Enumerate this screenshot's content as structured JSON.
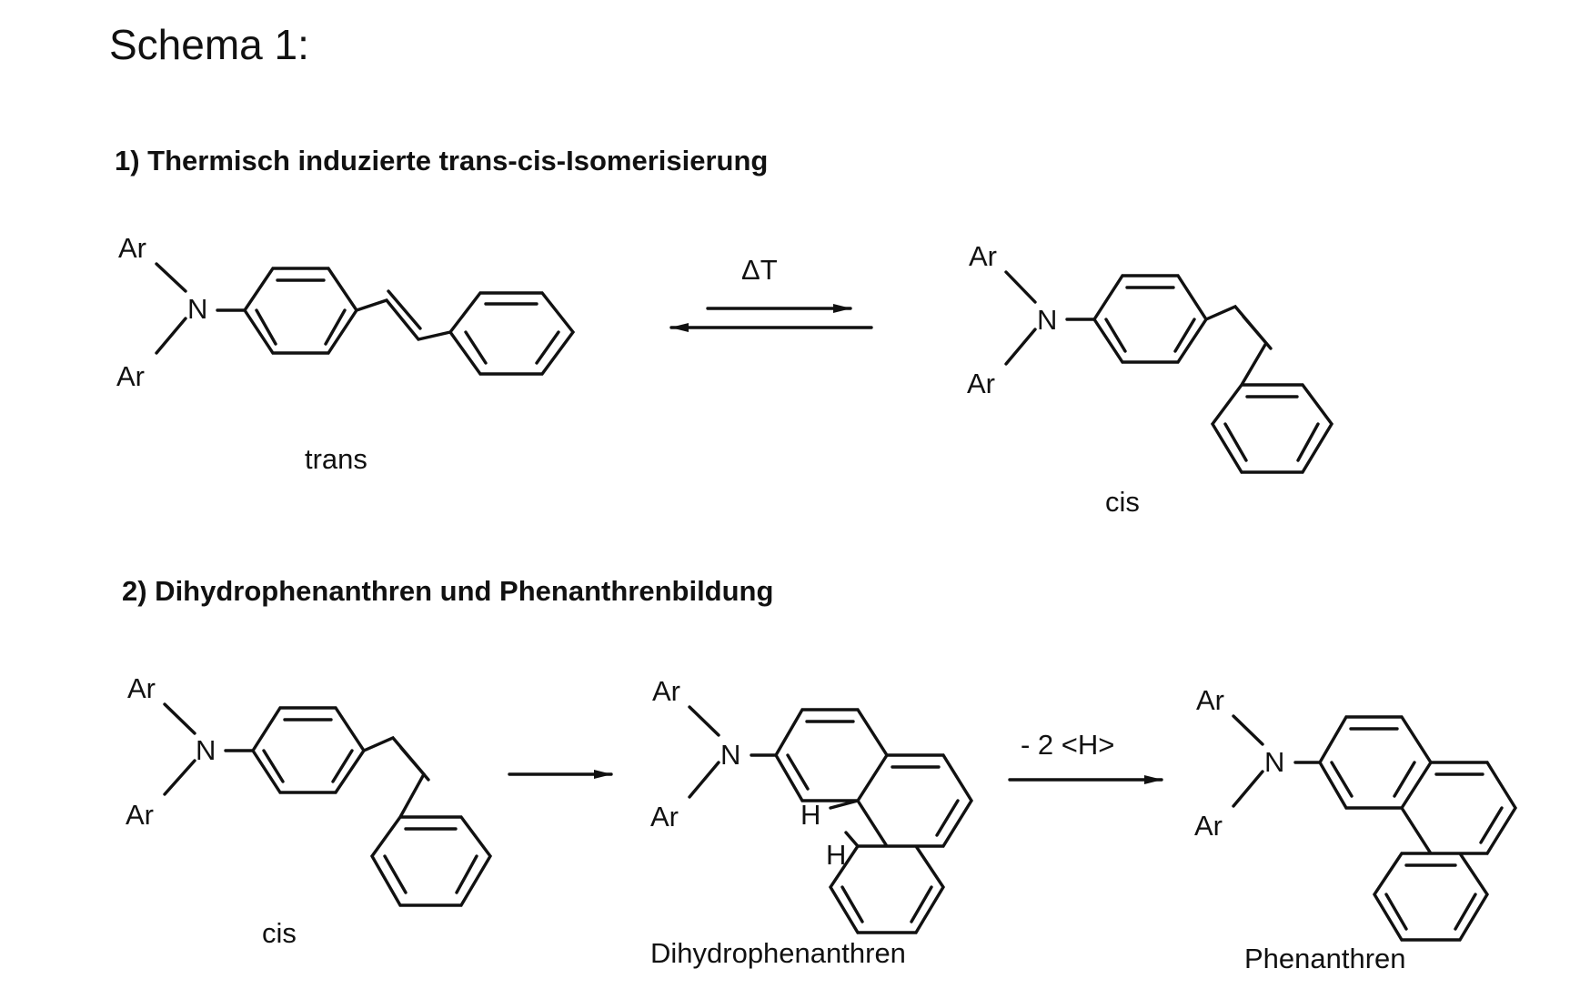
{
  "title": "Schema 1:",
  "section1": {
    "heading": "1) Thermisch induzierte trans-cis-Isomerisierung",
    "arrow_label": "ΔT",
    "trans_label": "trans",
    "cis_label": "cis"
  },
  "section2": {
    "heading": "2) Dihydrophenanthren und Phenanthrenbildung",
    "cis_label": "cis",
    "dihydro_label": "Dihydrophenanthren",
    "arrow2_label": "- 2 <H>",
    "phen_label": "Phenanthren"
  },
  "atoms": {
    "ar": "Ar",
    "n": "N",
    "h": "H"
  }
}
